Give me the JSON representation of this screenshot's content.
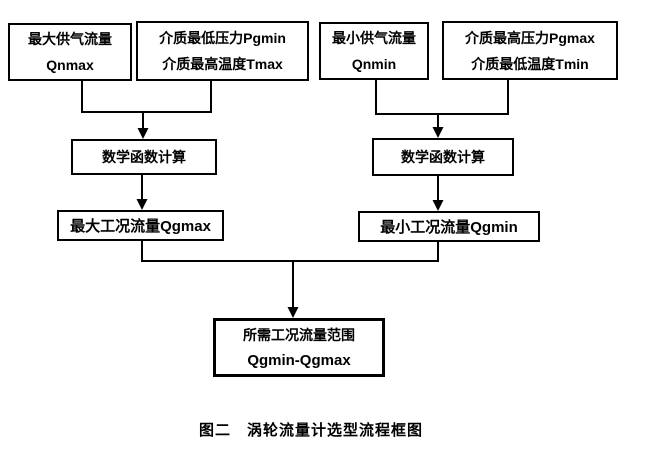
{
  "figure": {
    "caption": "图二　涡轮流量计选型流程框图"
  },
  "flowchart": {
    "nodes": {
      "qnmax": {
        "line1": "最大供气流量",
        "line2": "Qnmax"
      },
      "pgmin_tmax": {
        "line1": "介质最低压力Pgmin",
        "line2": "介质最高温度Tmax"
      },
      "qnmin": {
        "line1": "最小供气流量",
        "line2": "Qnmin"
      },
      "pgmax_tmin": {
        "line1": "介质最高压力Pgmax",
        "line2": "介质最低温度Tmin"
      },
      "math_left": {
        "label": "数学函数计算"
      },
      "math_right": {
        "label": "数学函数计算"
      },
      "qgmax": {
        "label": "最大工况流量Qgmax"
      },
      "qgmin": {
        "label": "最小工况流量Qgmin"
      },
      "result": {
        "line1": "所需工况流量范围",
        "line2": "Qgmin-Qgmax"
      }
    },
    "colors": {
      "line": "#000000",
      "text": "#000000",
      "box_background": "#ffffff",
      "page_background": "#ffffff"
    }
  }
}
